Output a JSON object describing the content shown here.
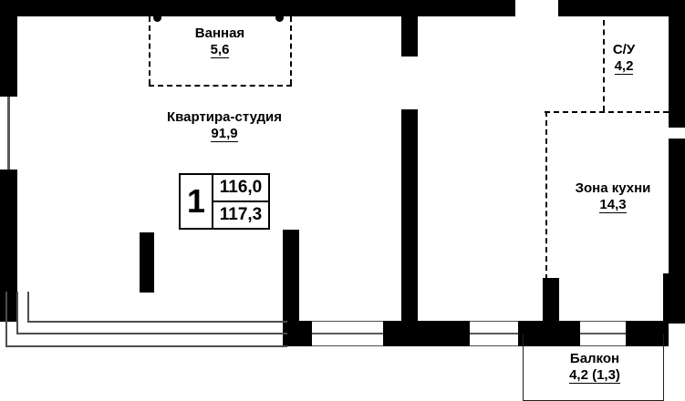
{
  "plan": {
    "rooms": [
      {
        "id": "bathroom",
        "name": "Ванная",
        "area": "5,6"
      },
      {
        "id": "studio",
        "name": "Квартира-студия",
        "area": "91,9"
      },
      {
        "id": "wc",
        "name": "С/У",
        "area": "4,2"
      },
      {
        "id": "kitchen_zone",
        "name": "Зона кухни",
        "area": "14,3"
      },
      {
        "id": "balcony",
        "name": "Балкон",
        "area": "4,2 (1,3)"
      }
    ],
    "summary": {
      "rooms_count": "1",
      "area_total": "116,0",
      "area_with_balcony": "117,3"
    },
    "colors": {
      "wall": "#000000",
      "background": "#ffffff",
      "hairline": "#4d4d4d",
      "text": "#000000"
    }
  }
}
